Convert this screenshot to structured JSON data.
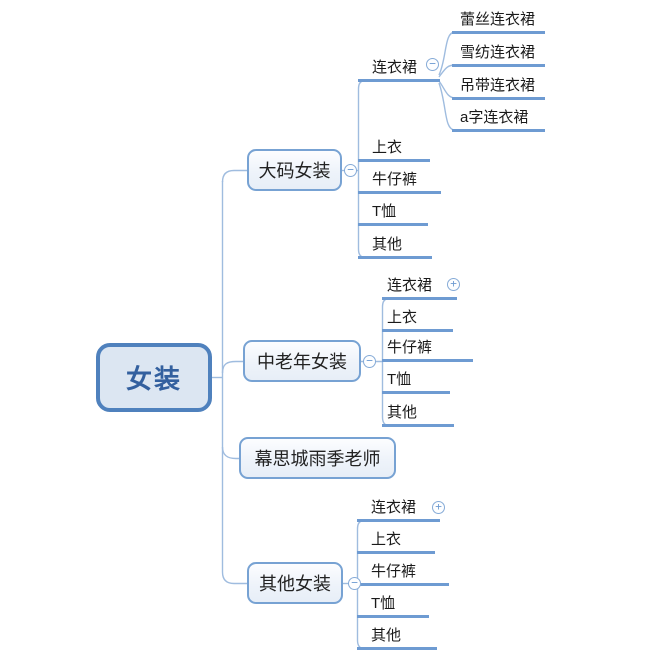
{
  "icons": {
    "minus": "−",
    "plus": "+"
  },
  "colors": {
    "root_border": "#4f81bd",
    "root_fill": "#dce6f2",
    "branch_border": "#77a2d3",
    "underline": "#6e9bd2",
    "connector": "#9fbcdf"
  },
  "map": {
    "root": {
      "label": "女装"
    },
    "branches": [
      {
        "label": "大码女装",
        "children": [
          {
            "label": "连衣裙",
            "children": [
              {
                "label": "蕾丝连衣裙"
              },
              {
                "label": "雪纺连衣裙"
              },
              {
                "label": "吊带连衣裙"
              },
              {
                "label": "a字连衣裙"
              }
            ]
          },
          {
            "label": "上衣"
          },
          {
            "label": "牛仔裤"
          },
          {
            "label": "T恤"
          },
          {
            "label": "其他"
          }
        ]
      },
      {
        "label": "中老年女装",
        "children": [
          {
            "label": "连衣裙"
          },
          {
            "label": "上衣"
          },
          {
            "label": "牛仔裤"
          },
          {
            "label": "T恤"
          },
          {
            "label": "其他"
          }
        ]
      },
      {
        "label": "幕思城雨季老师"
      },
      {
        "label": "其他女装",
        "children": [
          {
            "label": "连衣裙"
          },
          {
            "label": "上衣"
          },
          {
            "label": "牛仔裤"
          },
          {
            "label": "T恤"
          },
          {
            "label": "其他"
          }
        ]
      }
    ]
  }
}
